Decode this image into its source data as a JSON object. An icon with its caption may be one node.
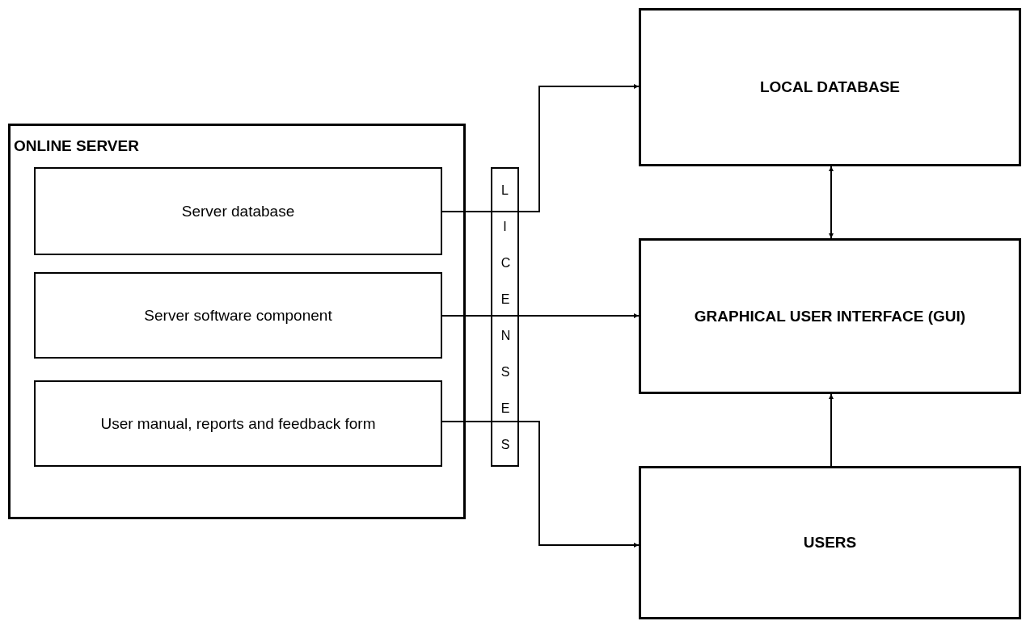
{
  "diagram": {
    "nodes": [
      {
        "text": [
          "ONLINE SERVER"
        ]
      },
      {
        "text": [
          "Server database"
        ],
        "in": 0
      },
      {
        "text": [
          "Server software component"
        ],
        "in": 0
      },
      {
        "text": [
          "User manual, reports and feedback form"
        ],
        "in": 0
      },
      {
        "text": [
          "LICENSES"
        ]
      },
      {
        "text": [
          "LOCAL DATABASE"
        ]
      },
      {
        "text": [
          "GRAPHICAL USER INTERFACE (GUI)"
        ]
      },
      {
        "text": [
          "USERS"
        ]
      }
    ],
    "edges": [
      {
        "from": 1,
        "to": 4,
        "arrow": "none"
      },
      {
        "from": 4,
        "to": 5,
        "arrow": "to"
      },
      {
        "from": 2,
        "to": 4,
        "arrow": "none"
      },
      {
        "from": 4,
        "to": 6,
        "arrow": "to"
      },
      {
        "from": 3,
        "to": 4,
        "arrow": "none"
      },
      {
        "from": 4,
        "to": 7,
        "arrow": "to"
      },
      {
        "from": 5,
        "to": 6,
        "arrow": "both"
      },
      {
        "from": 7,
        "to": 6,
        "arrow": "to"
      }
    ]
  }
}
